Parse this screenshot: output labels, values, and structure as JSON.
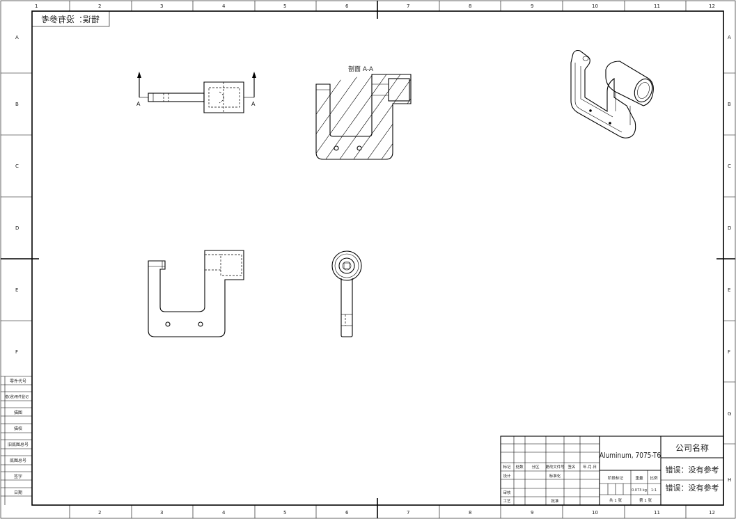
{
  "sheet": {
    "column_zones": [
      "1",
      "2",
      "3",
      "4",
      "5",
      "6",
      "7",
      "8",
      "9",
      "10",
      "11",
      "12"
    ],
    "row_zones": [
      "A",
      "B",
      "C",
      "D",
      "E",
      "F",
      "G",
      "H"
    ],
    "mirrored_label": "错误：没有参考"
  },
  "views": {
    "section_title": "剖面 A-A",
    "cut_marker_left": "A",
    "cut_marker_right": "A"
  },
  "left_strip": {
    "rows": [
      "零件代号",
      "借(通)用件登记",
      "描图",
      "描校",
      "旧底图总号",
      "底图总号",
      "签字",
      "日期"
    ]
  },
  "title_block": {
    "material": "Aluminum, 7075-T6",
    "company": "公司名称",
    "ref_error_1": "错误：没有参考",
    "ref_error_2": "错误：没有参考",
    "header_cells": [
      "标记",
      "处数",
      "分区",
      "更改文件号",
      "签名",
      "年.月.日"
    ],
    "design_row": [
      "设计",
      "标准化"
    ],
    "review_row": [
      "审核"
    ],
    "process_row": [
      "工艺",
      "批准"
    ],
    "stage_label": "阶段标记",
    "weight_label": "重量",
    "scale_label": "比例",
    "weight_value": "0.073 kg",
    "scale_value": "1:1",
    "sheets_total": "共 1 张",
    "sheet_no": "第 1 张"
  }
}
